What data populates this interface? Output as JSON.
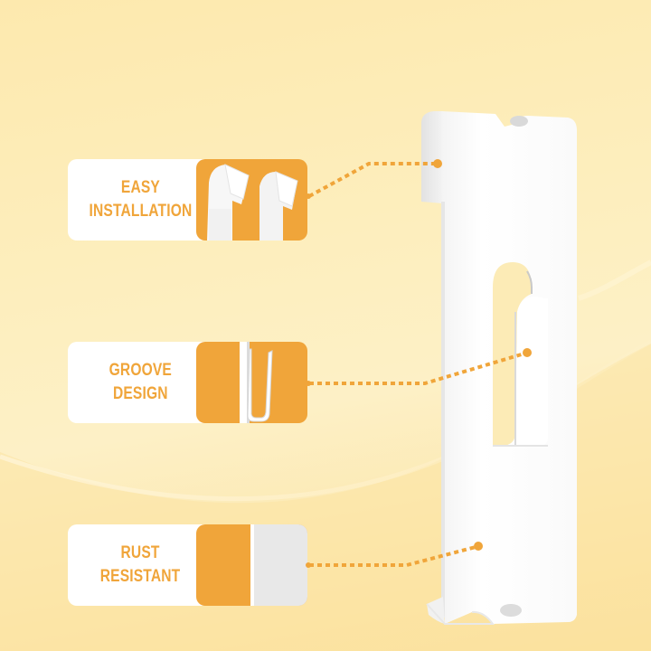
{
  "features": [
    {
      "id": "easy-installation",
      "line1": "EASY",
      "line2": "INSTALLATION"
    },
    {
      "id": "groove-design",
      "line1": "GROOVE",
      "line2": "DESIGN"
    },
    {
      "id": "rust-resistant",
      "line1": "RUST",
      "line2": "RESISTANT"
    }
  ],
  "colors": {
    "accent": "#f0a53a",
    "background": "#fdedb8",
    "bracket": "#ffffff"
  }
}
